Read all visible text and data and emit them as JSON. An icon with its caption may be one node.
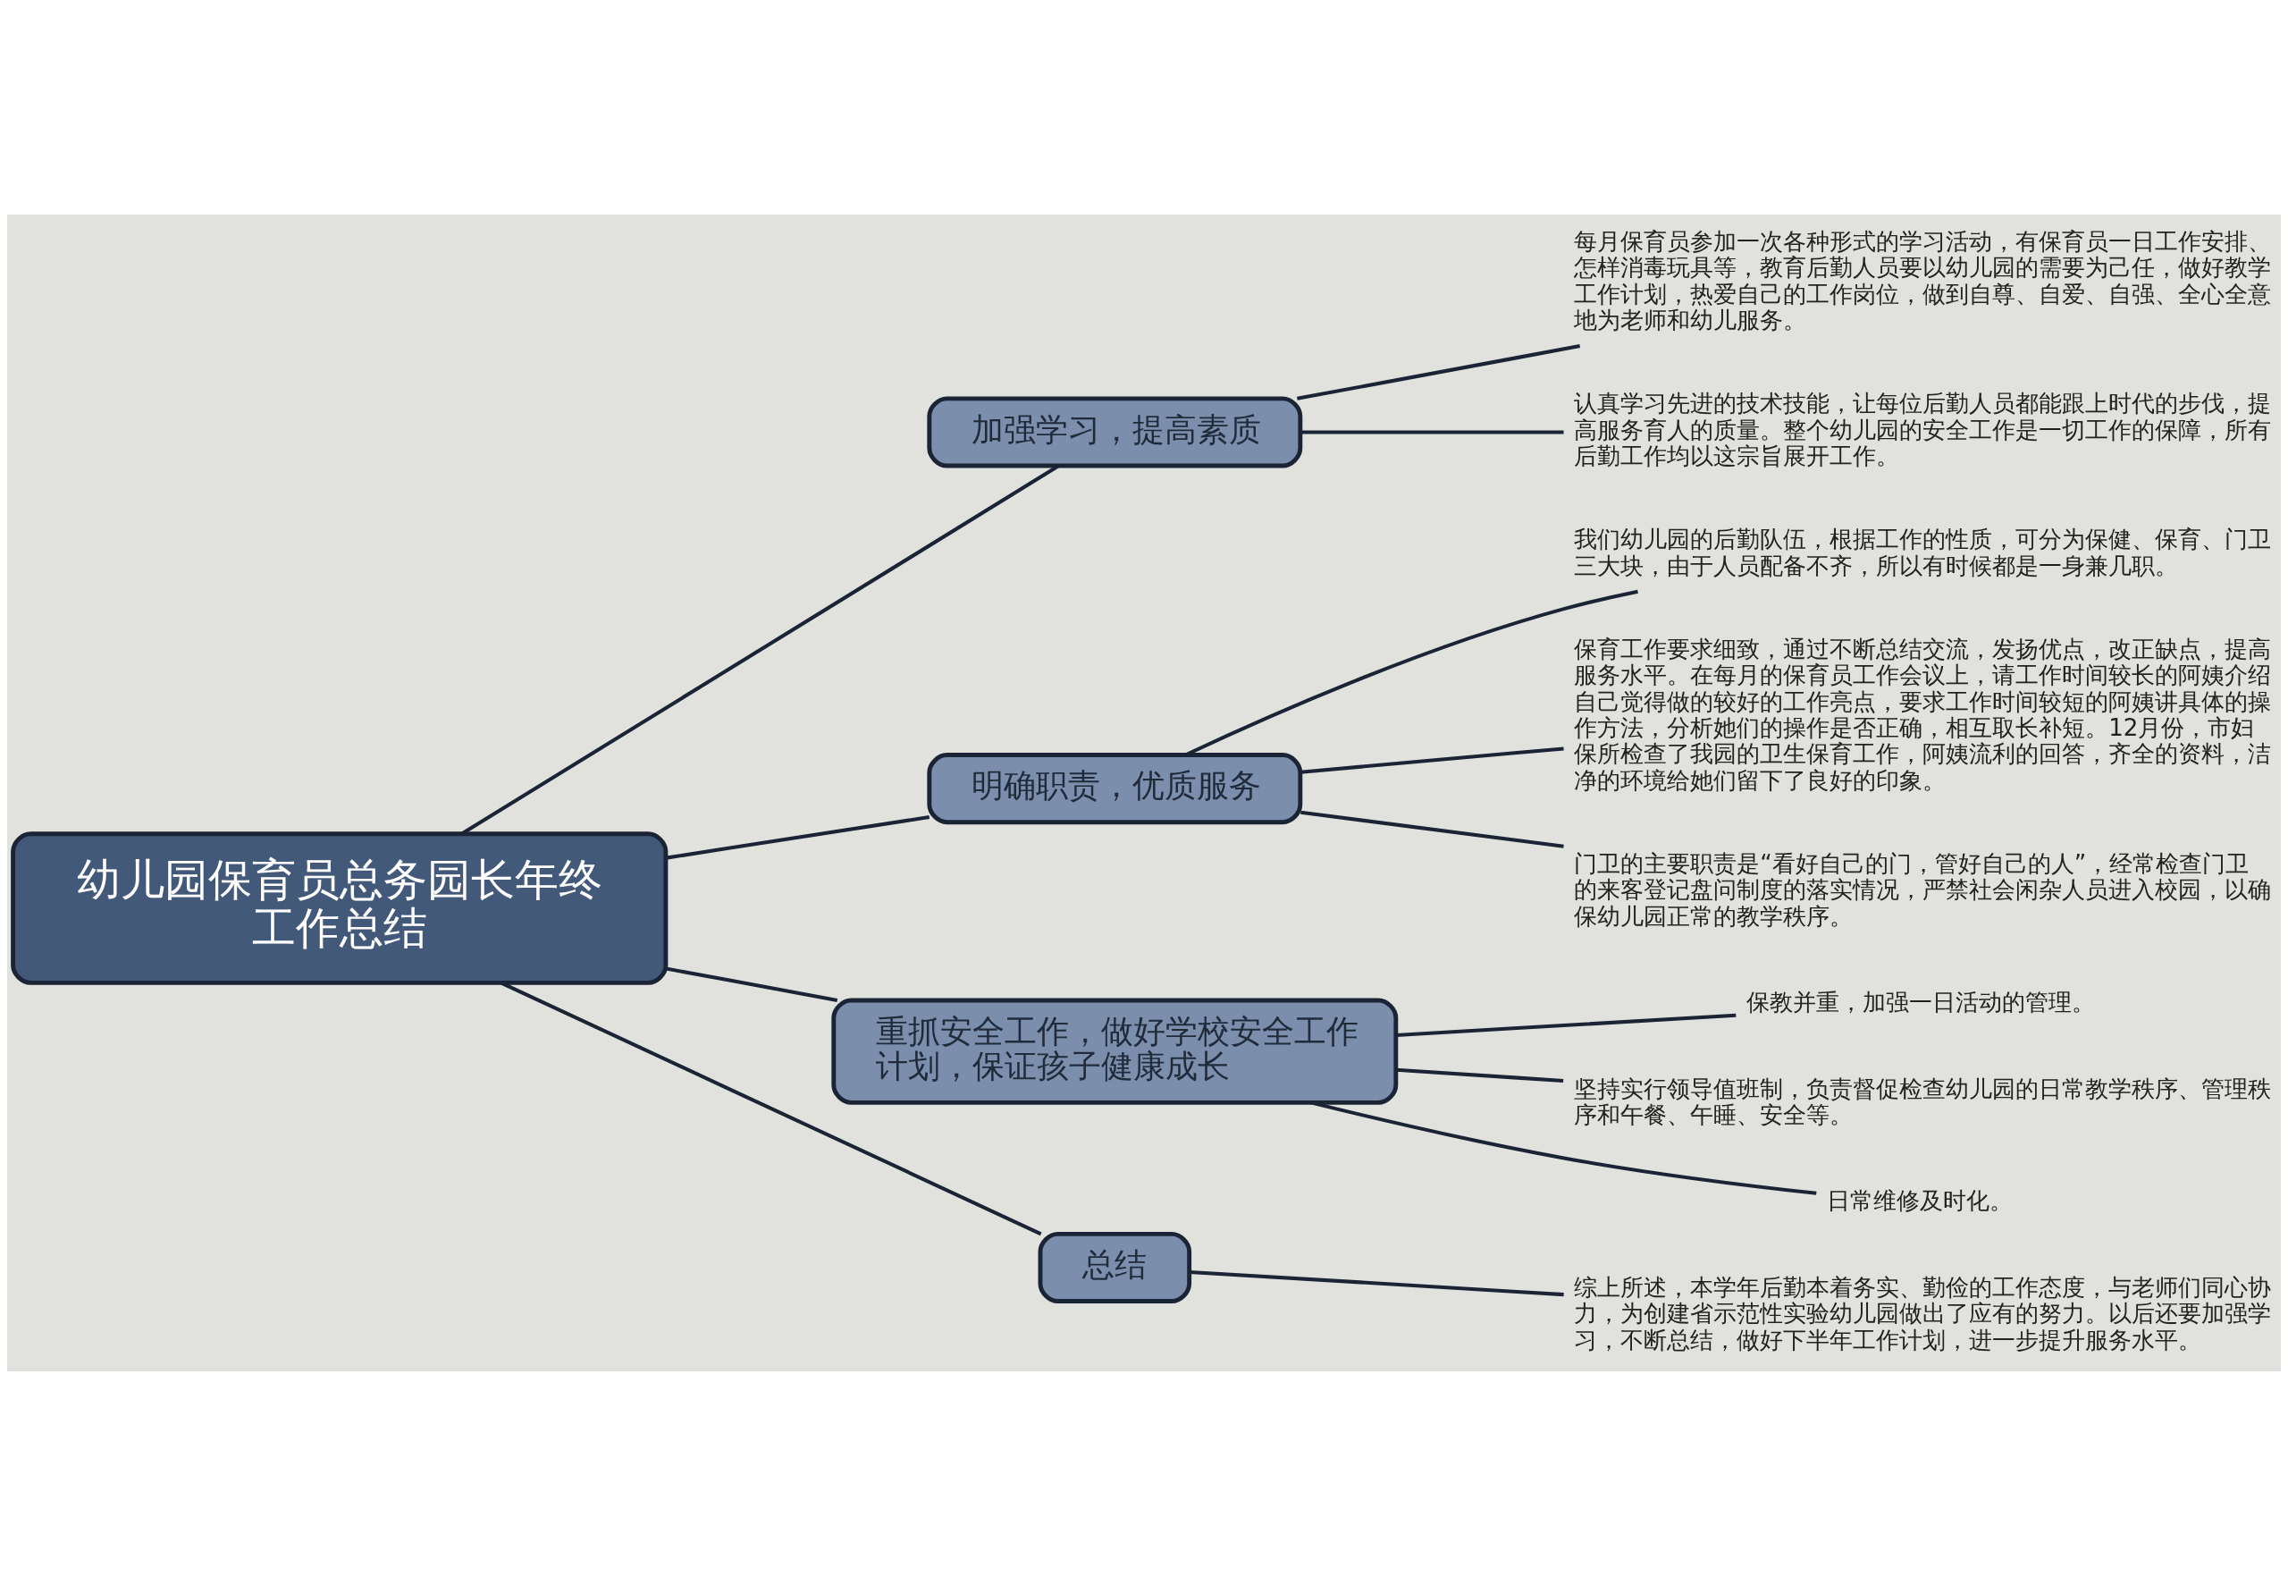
{
  "diagram": {
    "nodes": [
      {
        "text": [
          "幼儿园保育员总务园长年终工作总结"
        ]
      },
      {
        "text": [
          "加强学习，提高素质"
        ]
      },
      {
        "text": [
          "每月保育员参加一次各种形式的学习活动，有保育员一日工作安排、怎样消毒玩具等，教育后勤人员要以幼儿园的需要为己任，做好教学工作计划，热爱自己的工作岗位，做到自尊、自爱、自强、全心全意地为老师和幼儿服务。"
        ]
      },
      {
        "text": [
          "认真学习先进的技术技能，让每位后勤人员都能跟上时代的步伐，提高服务育人的质量。整个幼儿园的安全工作是一切工作的保障，所有后勤工作均以这宗旨展开工作。"
        ]
      },
      {
        "text": [
          "明确职责，优质服务"
        ]
      },
      {
        "text": [
          "我们幼儿园的后勤队伍，根据工作的性质，可分为保健、保育、门卫三大块，由于人员配备不齐，所以有时候都是一身兼几职。"
        ]
      },
      {
        "text": [
          "保育工作要求细致，通过不断总结交流，发扬优点，改正缺点，提高服务水平。在每月的保育员工作会议上，请工作时间较长的阿姨介绍自己觉得做的较好的工作亮点，要求工作时间较短的阿姨讲具体的操作方法，分析她们的操作是否正确，相互取长补短。12月份，市妇保所检查了我园的卫生保育工作，阿姨流利的回答，齐全的资料，洁净的环境给她们留下了良好的印象。"
        ]
      },
      {
        "text": [
          "门卫的主要职责是“看好自己的门，管好自己的人”，经常检查门卫的来客登记盘问制度的落实情况，严禁社会闲杂人员进入校园，以确保幼儿园正常的教学秩序。"
        ]
      },
      {
        "text": [
          "重抓安全工作，做好学校安全工作计划，保证孩子健康成长"
        ]
      },
      {
        "text": [
          "保教并重，加强一日活动的管理。"
        ]
      },
      {
        "text": [
          "坚持实行领导值班制，负责督促检查幼儿园的日常教学秩序、管理秩序和午餐、午睡、安全等。"
        ]
      },
      {
        "text": [
          "日常维修及时化。"
        ]
      },
      {
        "text": [
          "总结"
        ]
      },
      {
        "text": [
          "综上所述，本学年后勤本着务实、勤俭的工作态度，与老师们同心协力，为创建省示范性实验幼儿园做出了应有的努力。以后还要加强学习，不断总结，做好下半年工作计划，进一步提升服务水平。"
        ]
      }
    ],
    "edges": [
      {
        "from": 0,
        "to": 1,
        "arrow": "none"
      },
      {
        "from": 1,
        "to": 2,
        "arrow": "none"
      },
      {
        "from": 1,
        "to": 3,
        "arrow": "none"
      },
      {
        "from": 0,
        "to": 4,
        "arrow": "none"
      },
      {
        "from": 4,
        "to": 5,
        "arrow": "none"
      },
      {
        "from": 4,
        "to": 6,
        "arrow": "none"
      },
      {
        "from": 4,
        "to": 7,
        "arrow": "none"
      },
      {
        "from": 0,
        "to": 8,
        "arrow": "none"
      },
      {
        "from": 8,
        "to": 9,
        "arrow": "none"
      },
      {
        "from": 8,
        "to": 10,
        "arrow": "none"
      },
      {
        "from": 8,
        "to": 11,
        "arrow": "none"
      },
      {
        "from": 0,
        "to": 12,
        "arrow": "none"
      },
      {
        "from": 12,
        "to": 13,
        "arrow": "none"
      }
    ]
  }
}
